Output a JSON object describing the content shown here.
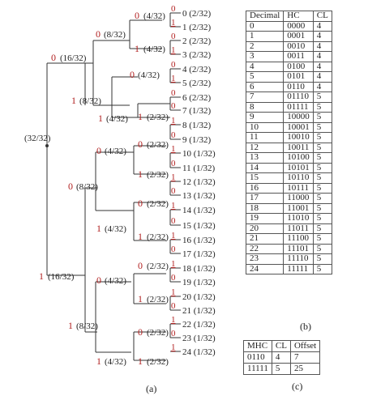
{
  "colors": {
    "bit": "#b22222",
    "text": "#222222",
    "line": "#333333"
  },
  "tree": {
    "root": "(32/32)",
    "internal": [
      {
        "bit": "0",
        "p": "(16/32)"
      },
      {
        "bit": "1",
        "p": "(16/32)"
      },
      {
        "bit": "0",
        "p": "(8/32)"
      },
      {
        "bit": "1",
        "p": "(8/32)"
      },
      {
        "bit": "0",
        "p": "(8/32)"
      },
      {
        "bit": "1",
        "p": "(8/32)"
      },
      {
        "bit": "0",
        "p": "(4/32)"
      },
      {
        "bit": "1",
        "p": "(4/32)"
      },
      {
        "bit": "0",
        "p": "(4/32)"
      },
      {
        "bit": "1",
        "p": "(4/32)"
      },
      {
        "bit": "0",
        "p": "(4/32)"
      },
      {
        "bit": "1",
        "p": "(4/32)"
      },
      {
        "bit": "0",
        "p": "(4/32)"
      },
      {
        "bit": "1",
        "p": "(4/32)"
      },
      {
        "bit": "1",
        "p": "(2/32)"
      },
      {
        "bit": "0",
        "p": "(2/32)"
      },
      {
        "bit": "1",
        "p": "(2/32)"
      },
      {
        "bit": "0",
        "p": "(2/32)"
      },
      {
        "bit": "1",
        "p": "(2/32)"
      },
      {
        "bit": "0",
        "p": "(2/32)"
      },
      {
        "bit": "1",
        "p": "(2/32)"
      },
      {
        "bit": "0",
        "p": "(2/32)"
      },
      {
        "bit": "1",
        "p": "(2/32)"
      }
    ],
    "leaves": [
      {
        "bit": "0",
        "label": "0 (2/32)"
      },
      {
        "bit": "1",
        "label": "1 (2/32)"
      },
      {
        "bit": "0",
        "label": "2 (2/32)"
      },
      {
        "bit": "1",
        "label": "3 (2/32)"
      },
      {
        "bit": "0",
        "label": "4 (2/32)"
      },
      {
        "bit": "1",
        "label": "5 (2/32)"
      },
      {
        "bit": "0",
        "label": "6 (2/32)"
      },
      {
        "bit": "0",
        "label": "7 (1/32)"
      },
      {
        "bit": "1",
        "label": "8 (1/32)"
      },
      {
        "bit": "0",
        "label": "9 (1/32)"
      },
      {
        "bit": "1",
        "label": "10 (1/32)"
      },
      {
        "bit": "0",
        "label": "11 (1/32)"
      },
      {
        "bit": "1",
        "label": "12 (1/32)"
      },
      {
        "bit": "0",
        "label": "13 (1/32)"
      },
      {
        "bit": "1",
        "label": "14 (1/32)"
      },
      {
        "bit": "0",
        "label": "15 (1/32)"
      },
      {
        "bit": "1",
        "label": "16 (1/32)"
      },
      {
        "bit": "0",
        "label": "17 (1/32)"
      },
      {
        "bit": "1",
        "label": "18 (1/32)"
      },
      {
        "bit": "0",
        "label": "19 (1/32)"
      },
      {
        "bit": "1",
        "label": "20 (1/32)"
      },
      {
        "bit": "0",
        "label": "21 (1/32)"
      },
      {
        "bit": "1",
        "label": "22 (1/32)"
      },
      {
        "bit": "0",
        "label": "23 (1/32)"
      },
      {
        "bit": "1",
        "label": "24 (1/32)"
      }
    ]
  },
  "table_b": {
    "headers": [
      "Decimal",
      "HC",
      "CL"
    ],
    "rows": [
      [
        "0",
        "0000",
        "4"
      ],
      [
        "1",
        "0001",
        "4"
      ],
      [
        "2",
        "0010",
        "4"
      ],
      [
        "3",
        "0011",
        "4"
      ],
      [
        "4",
        "0100",
        "4"
      ],
      [
        "5",
        "0101",
        "4"
      ],
      [
        "6",
        "0110",
        "4"
      ],
      [
        "7",
        "01110",
        "5"
      ],
      [
        "8",
        "01111",
        "5"
      ],
      [
        "9",
        "10000",
        "5"
      ],
      [
        "10",
        "10001",
        "5"
      ],
      [
        "11",
        "10010",
        "5"
      ],
      [
        "12",
        "10011",
        "5"
      ],
      [
        "13",
        "10100",
        "5"
      ],
      [
        "14",
        "10101",
        "5"
      ],
      [
        "15",
        "10110",
        "5"
      ],
      [
        "16",
        "10111",
        "5"
      ],
      [
        "17",
        "11000",
        "5"
      ],
      [
        "18",
        "11001",
        "5"
      ],
      [
        "19",
        "11010",
        "5"
      ],
      [
        "20",
        "11011",
        "5"
      ],
      [
        "21",
        "11100",
        "5"
      ],
      [
        "22",
        "11101",
        "5"
      ],
      [
        "23",
        "11110",
        "5"
      ],
      [
        "24",
        "11111",
        "5"
      ]
    ]
  },
  "table_c": {
    "headers": [
      "MHC",
      "CL",
      "Offset"
    ],
    "rows": [
      [
        "0110",
        "4",
        "7"
      ],
      [
        "11111",
        "5",
        "25"
      ]
    ]
  },
  "captions": {
    "a": "(a)",
    "b": "(b)",
    "c": "(c)"
  }
}
